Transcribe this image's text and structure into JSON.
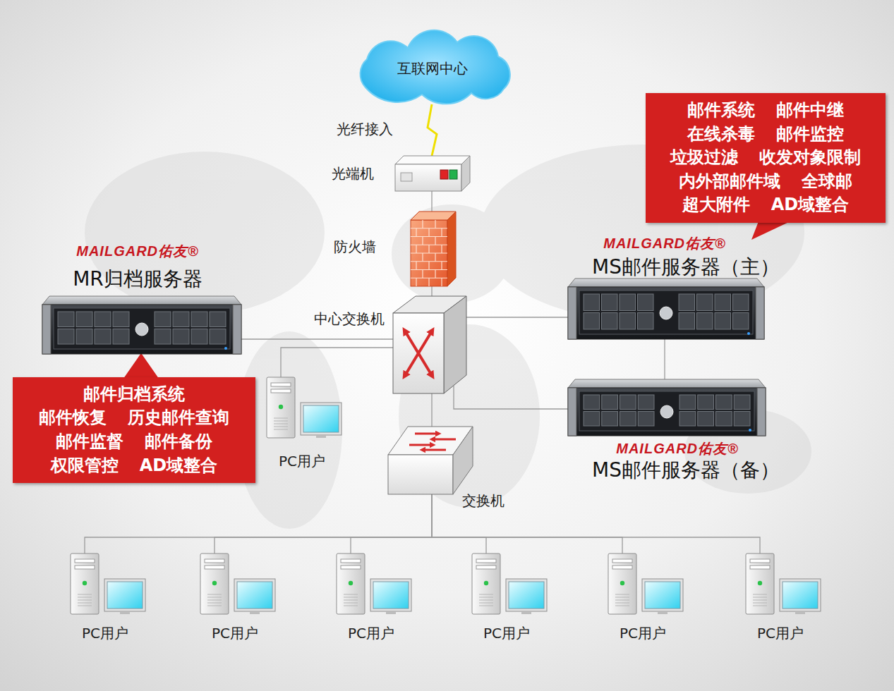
{
  "diagram": {
    "nodes": [
      {
        "text": [
          "互联网中心"
        ]
      },
      {
        "text": [
          "光端机"
        ]
      },
      {
        "text": [
          "防火墙"
        ]
      },
      {
        "text": [
          "中心交换机"
        ]
      },
      {
        "text": [
          "交换机"
        ]
      },
      {
        "text": [
          "MAILGARD佑友®",
          "MR归档服务器"
        ]
      },
      {
        "text": [
          "邮件归档系统",
          "邮件恢复",
          "历史邮件查询",
          "邮件监督",
          "邮件备份",
          "权限管控",
          "AD域整合"
        ]
      },
      {
        "text": [
          "MAILGARD佑友®",
          "MS邮件服务器（主）"
        ]
      },
      {
        "text": [
          "邮件系统",
          "邮件中继",
          "在线杀毒",
          "邮件监控",
          "垃圾过滤",
          "收发对象限制",
          "内外部邮件域",
          "全球邮",
          "超大附件",
          "AD域整合"
        ]
      },
      {
        "text": [
          "MAILGARD佑友®",
          "MS邮件服务器（备）"
        ]
      },
      {
        "text": [
          "PC用户"
        ]
      },
      {
        "text": [
          "PC用户"
        ]
      },
      {
        "text": [
          "PC用户"
        ]
      },
      {
        "text": [
          "PC用户"
        ]
      },
      {
        "text": [
          "PC用户"
        ]
      },
      {
        "text": [
          "PC用户"
        ]
      },
      {
        "text": [
          "PC用户"
        ]
      }
    ],
    "edges": [
      {
        "from": 0,
        "to": 1,
        "label": "光纤接入",
        "arrow": "none"
      },
      {
        "from": 1,
        "to": 2,
        "arrow": "none"
      },
      {
        "from": 2,
        "to": 3,
        "arrow": "none"
      },
      {
        "from": 3,
        "to": 5,
        "arrow": "none"
      },
      {
        "from": 3,
        "to": 7,
        "arrow": "none"
      },
      {
        "from": 3,
        "to": 9,
        "arrow": "none"
      },
      {
        "from": 7,
        "to": 9,
        "arrow": "none"
      },
      {
        "from": 3,
        "to": 10,
        "arrow": "none"
      },
      {
        "from": 3,
        "to": 4,
        "arrow": "none"
      },
      {
        "from": 4,
        "to": 11,
        "arrow": "none"
      },
      {
        "from": 4,
        "to": 12,
        "arrow": "none"
      },
      {
        "from": 4,
        "to": 13,
        "arrow": "none"
      },
      {
        "from": 4,
        "to": 14,
        "arrow": "none"
      },
      {
        "from": 4,
        "to": 15,
        "arrow": "none"
      },
      {
        "from": 4,
        "to": 16,
        "arrow": "none"
      }
    ]
  }
}
